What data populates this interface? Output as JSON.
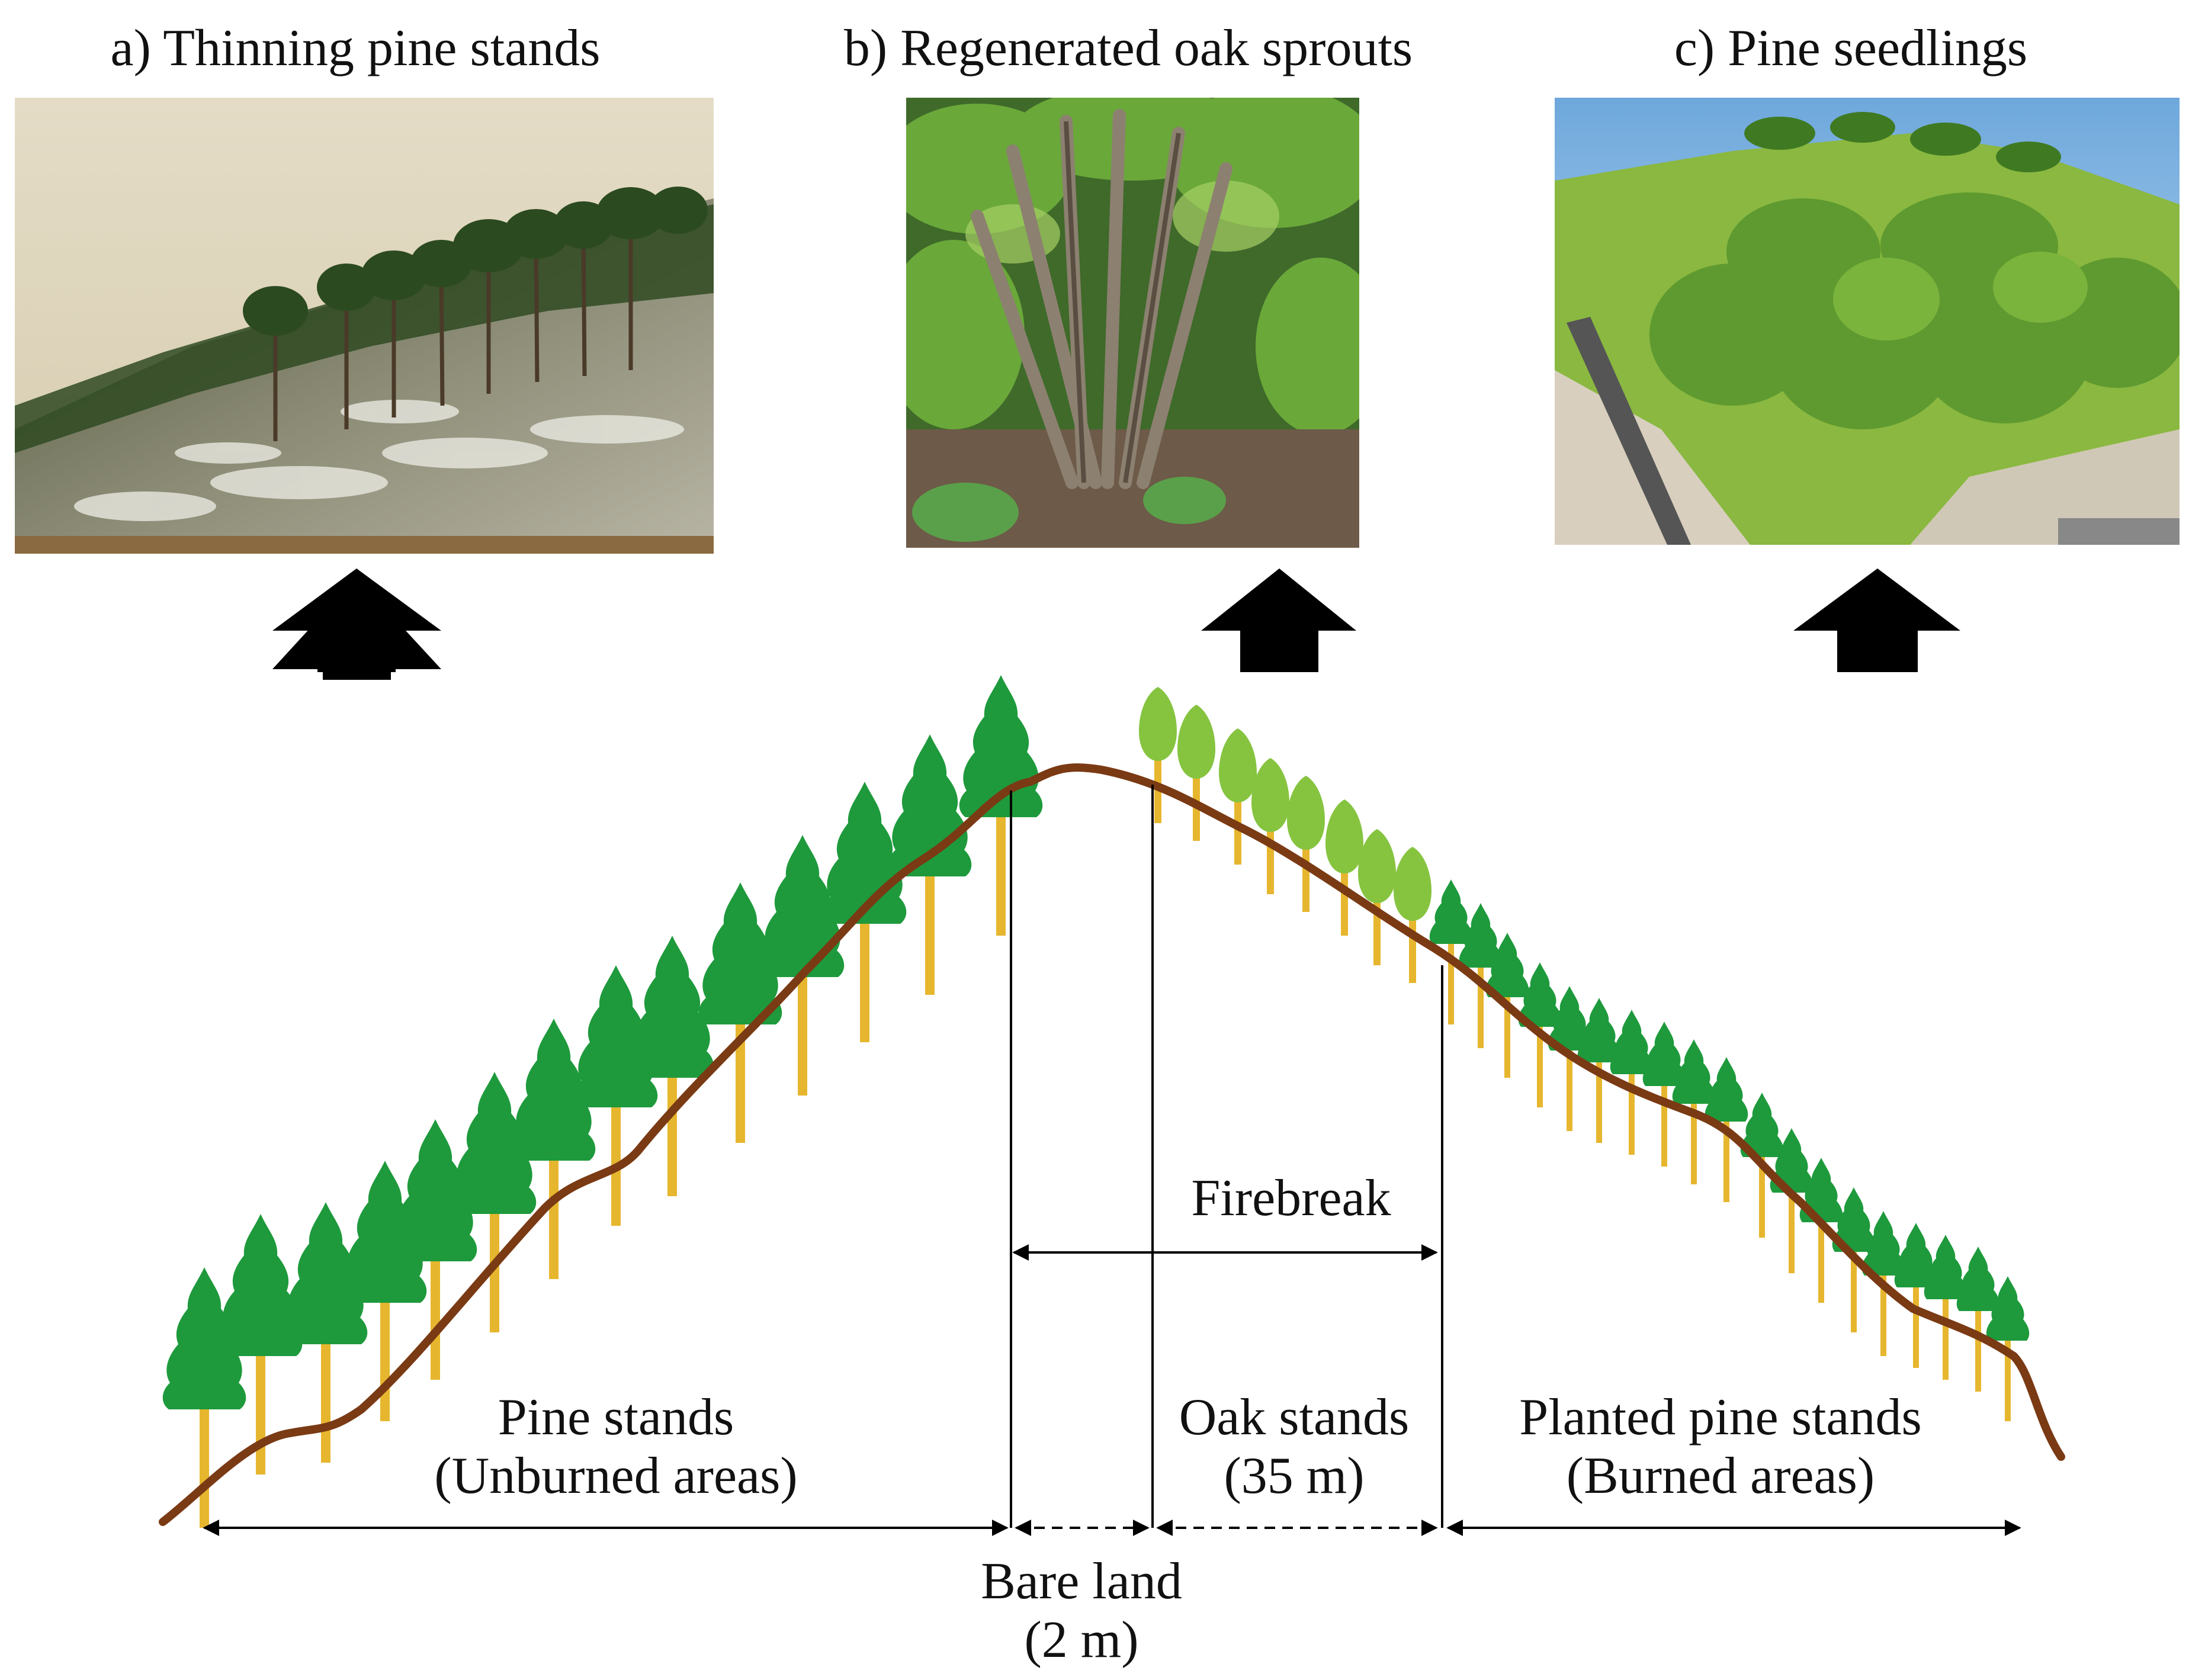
{
  "panels": [
    {
      "id": "a",
      "caption": "a) Thinning pine stands"
    },
    {
      "id": "b",
      "caption": "b) Regenerated oak sprouts"
    },
    {
      "id": "c",
      "caption": "c) Pine seedlings"
    }
  ],
  "labels": {
    "firebreak": "Firebreak",
    "pine_stands": "Pine stands",
    "pine_stands_sub": "(Unburned areas)",
    "oak_stands": "Oak stands",
    "oak_stands_sub": "(35 m)",
    "planted_pine": "Planted pine stands",
    "planted_pine_sub": "(Burned areas)",
    "bare_land": "Bare land",
    "bare_land_sub": "(2 m)"
  },
  "colors": {
    "pine_green": "#1e9a3c",
    "oak_green": "#86c440",
    "trunk": "#e6b62e",
    "ground": "#7a3a14",
    "arrow": "#000000"
  }
}
